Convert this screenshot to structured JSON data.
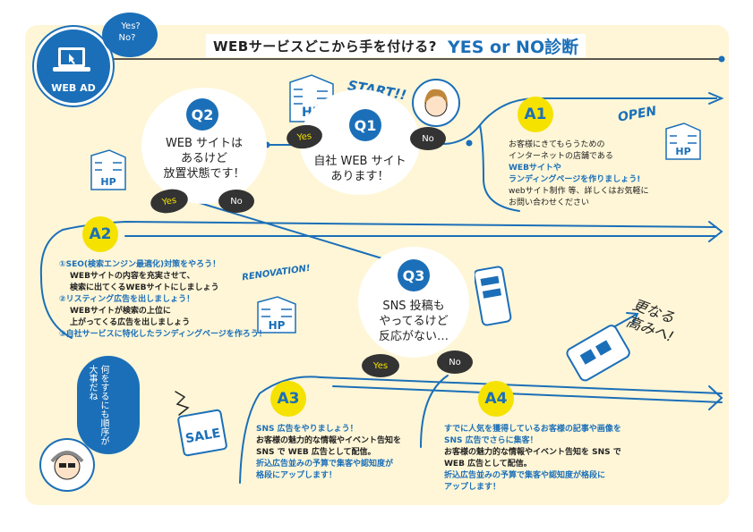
{
  "title": {
    "main": "WEBサービスどこから手を付ける?",
    "accent": "YES or NO診断"
  },
  "logo": {
    "label": "WEB AD",
    "speech": [
      "Yes?",
      "No?"
    ]
  },
  "start_label": "START!!",
  "questions": {
    "q1": {
      "badge": "Q1",
      "lines": [
        "自社 WEB サイト",
        "あります！"
      ]
    },
    "q2": {
      "badge": "Q2",
      "lines": [
        "WEB サイトは",
        "あるけど",
        "放置状態です！"
      ]
    },
    "q3": {
      "badge": "Q3",
      "lines": [
        "SNS 投稿も",
        "やってるけど",
        "反応がない…"
      ]
    }
  },
  "bubbles": {
    "yes": "Yes",
    "no": "No"
  },
  "answers": {
    "a1": {
      "badge": "A1",
      "lines": [
        {
          "t": "お客様にきてもらうための",
          "s": "n"
        },
        {
          "t": "インターネットの店舗である",
          "s": "n"
        },
        {
          "t": "WEBサイトや",
          "s": "b"
        },
        {
          "t": "ランディングページを作りましょう!",
          "s": "b"
        },
        {
          "t": "webサイト制作 等、詳しくはお気軽に",
          "s": "n"
        },
        {
          "t": "お問い合わせください",
          "s": "n"
        }
      ]
    },
    "a2": {
      "badge": "A2",
      "lines": [
        {
          "t": "①SEO(検索エンジン最適化)対策をやろう！",
          "s": "b"
        },
        {
          "t": "WEBサイトの内容を充実させて、",
          "s": "n",
          "indent": true
        },
        {
          "t": "検索に出てくるWEBサイトにしましょう",
          "s": "n",
          "indent": true
        },
        {
          "t": "②リスティング広告を出しましょう！",
          "s": "b"
        },
        {
          "t": "WEBサイトが検索の上位に",
          "s": "n",
          "indent": true
        },
        {
          "t": "上がってくる広告を出しましょう",
          "s": "n",
          "indent": true
        },
        {
          "t": "③自社サービスに特化したランディングページを作ろう！",
          "s": "b"
        }
      ]
    },
    "a3": {
      "badge": "A3",
      "lines": [
        {
          "t": "SNS 広告をやりましょう！",
          "s": "b"
        },
        {
          "t": "お客様の魅力的な情報やイベント告知を",
          "s": "n"
        },
        {
          "t": "SNS で WEB 広告として配信。",
          "s": "n"
        },
        {
          "t": "折込広告並みの予算で集客や認知度が",
          "s": "b"
        },
        {
          "t": "格段にアップします！",
          "s": "b"
        }
      ]
    },
    "a4": {
      "badge": "A4",
      "lines": [
        {
          "t": "すでに人気を獲得しているお客様の記事や画像を",
          "s": "b"
        },
        {
          "t": "SNS 広告でさらに集客！",
          "s": "b"
        },
        {
          "t": "お客様の魅力的な情報やイベント告知を SNS で",
          "s": "n"
        },
        {
          "t": "WEB 広告として配信。",
          "s": "n"
        },
        {
          "t": "折込広告並みの予算で集客や認知度が格段に",
          "s": "b"
        },
        {
          "t": "アップします！",
          "s": "b"
        }
      ]
    }
  },
  "doodles": {
    "hp": "HP",
    "open": "OPEN",
    "renovation": "RENOVATION!",
    "sale": "SALE",
    "more_growth": "更なる高みへ!",
    "mascot_speech": "何をするにも順序が大事だね"
  },
  "colors": {
    "blue": "#1b6fb8",
    "yellow": "#f5e200",
    "cream": "#fef6d7",
    "dark": "#333333"
  }
}
